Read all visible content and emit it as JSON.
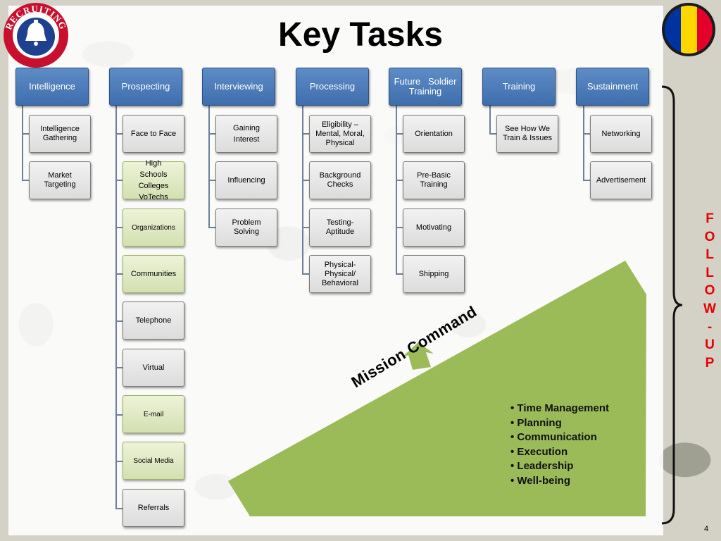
{
  "title": "Key Tasks",
  "left_logo": {
    "text": "RECRUITING",
    "icon": "liberty-bell-icon"
  },
  "right_logo": {
    "icon": "tricolor-circle-icon",
    "colors": [
      "#0033a0",
      "#ffd700",
      "#e4002b"
    ]
  },
  "columns": [
    {
      "header": "Intelligence",
      "items": [
        {
          "label": "Intelligence Gathering"
        },
        {
          "label": "Market Targeting"
        }
      ]
    },
    {
      "header": "Prospecting",
      "items": [
        {
          "label": "Face to Face"
        },
        {
          "label": "High Schools Colleges VoTechs"
        },
        {
          "label": "Organizations"
        },
        {
          "label": "Communities"
        },
        {
          "label": "Telephone"
        },
        {
          "label": "Virtual"
        },
        {
          "label": "E-mail"
        },
        {
          "label": "Social Media"
        },
        {
          "label": "Referrals"
        }
      ]
    },
    {
      "header": "Interviewing",
      "items": [
        {
          "label": "Gaining Interest"
        },
        {
          "label": "Influencing"
        },
        {
          "label": "Problem Solving"
        }
      ]
    },
    {
      "header": "Processing",
      "items": [
        {
          "label": "Eligibility – Mental, Moral, Physical"
        },
        {
          "label": "Background Checks"
        },
        {
          "label": "Testing- Aptitude"
        },
        {
          "label": "Physical- Physical/ Behavioral"
        }
      ]
    },
    {
      "header": "Future   Soldier Training",
      "items": [
        {
          "label": "Orientation"
        },
        {
          "label": "Pre-Basic Training"
        },
        {
          "label": "Motivating"
        },
        {
          "label": "Shipping"
        }
      ]
    },
    {
      "header": "Training",
      "items": [
        {
          "label": "See How We Train & Issues"
        }
      ]
    },
    {
      "header": "Sustainment",
      "items": [
        {
          "label": "Networking"
        },
        {
          "label": "Advertisement"
        }
      ]
    }
  ],
  "mission_command": {
    "label": "Mission Command",
    "bullets": [
      "Time Management",
      "Planning",
      "Communication",
      "Execution",
      "Leadership",
      "Well-being"
    ],
    "color": "#9bbb59"
  },
  "follow_up": {
    "letters": [
      "F",
      "O",
      "L",
      "L",
      "O",
      "W",
      "-",
      "U",
      "P"
    ],
    "color": "#e60000"
  },
  "page_number": "4",
  "colors": {
    "header_blue": "#4f81bd",
    "green_highlight": "#d7e4bd"
  }
}
